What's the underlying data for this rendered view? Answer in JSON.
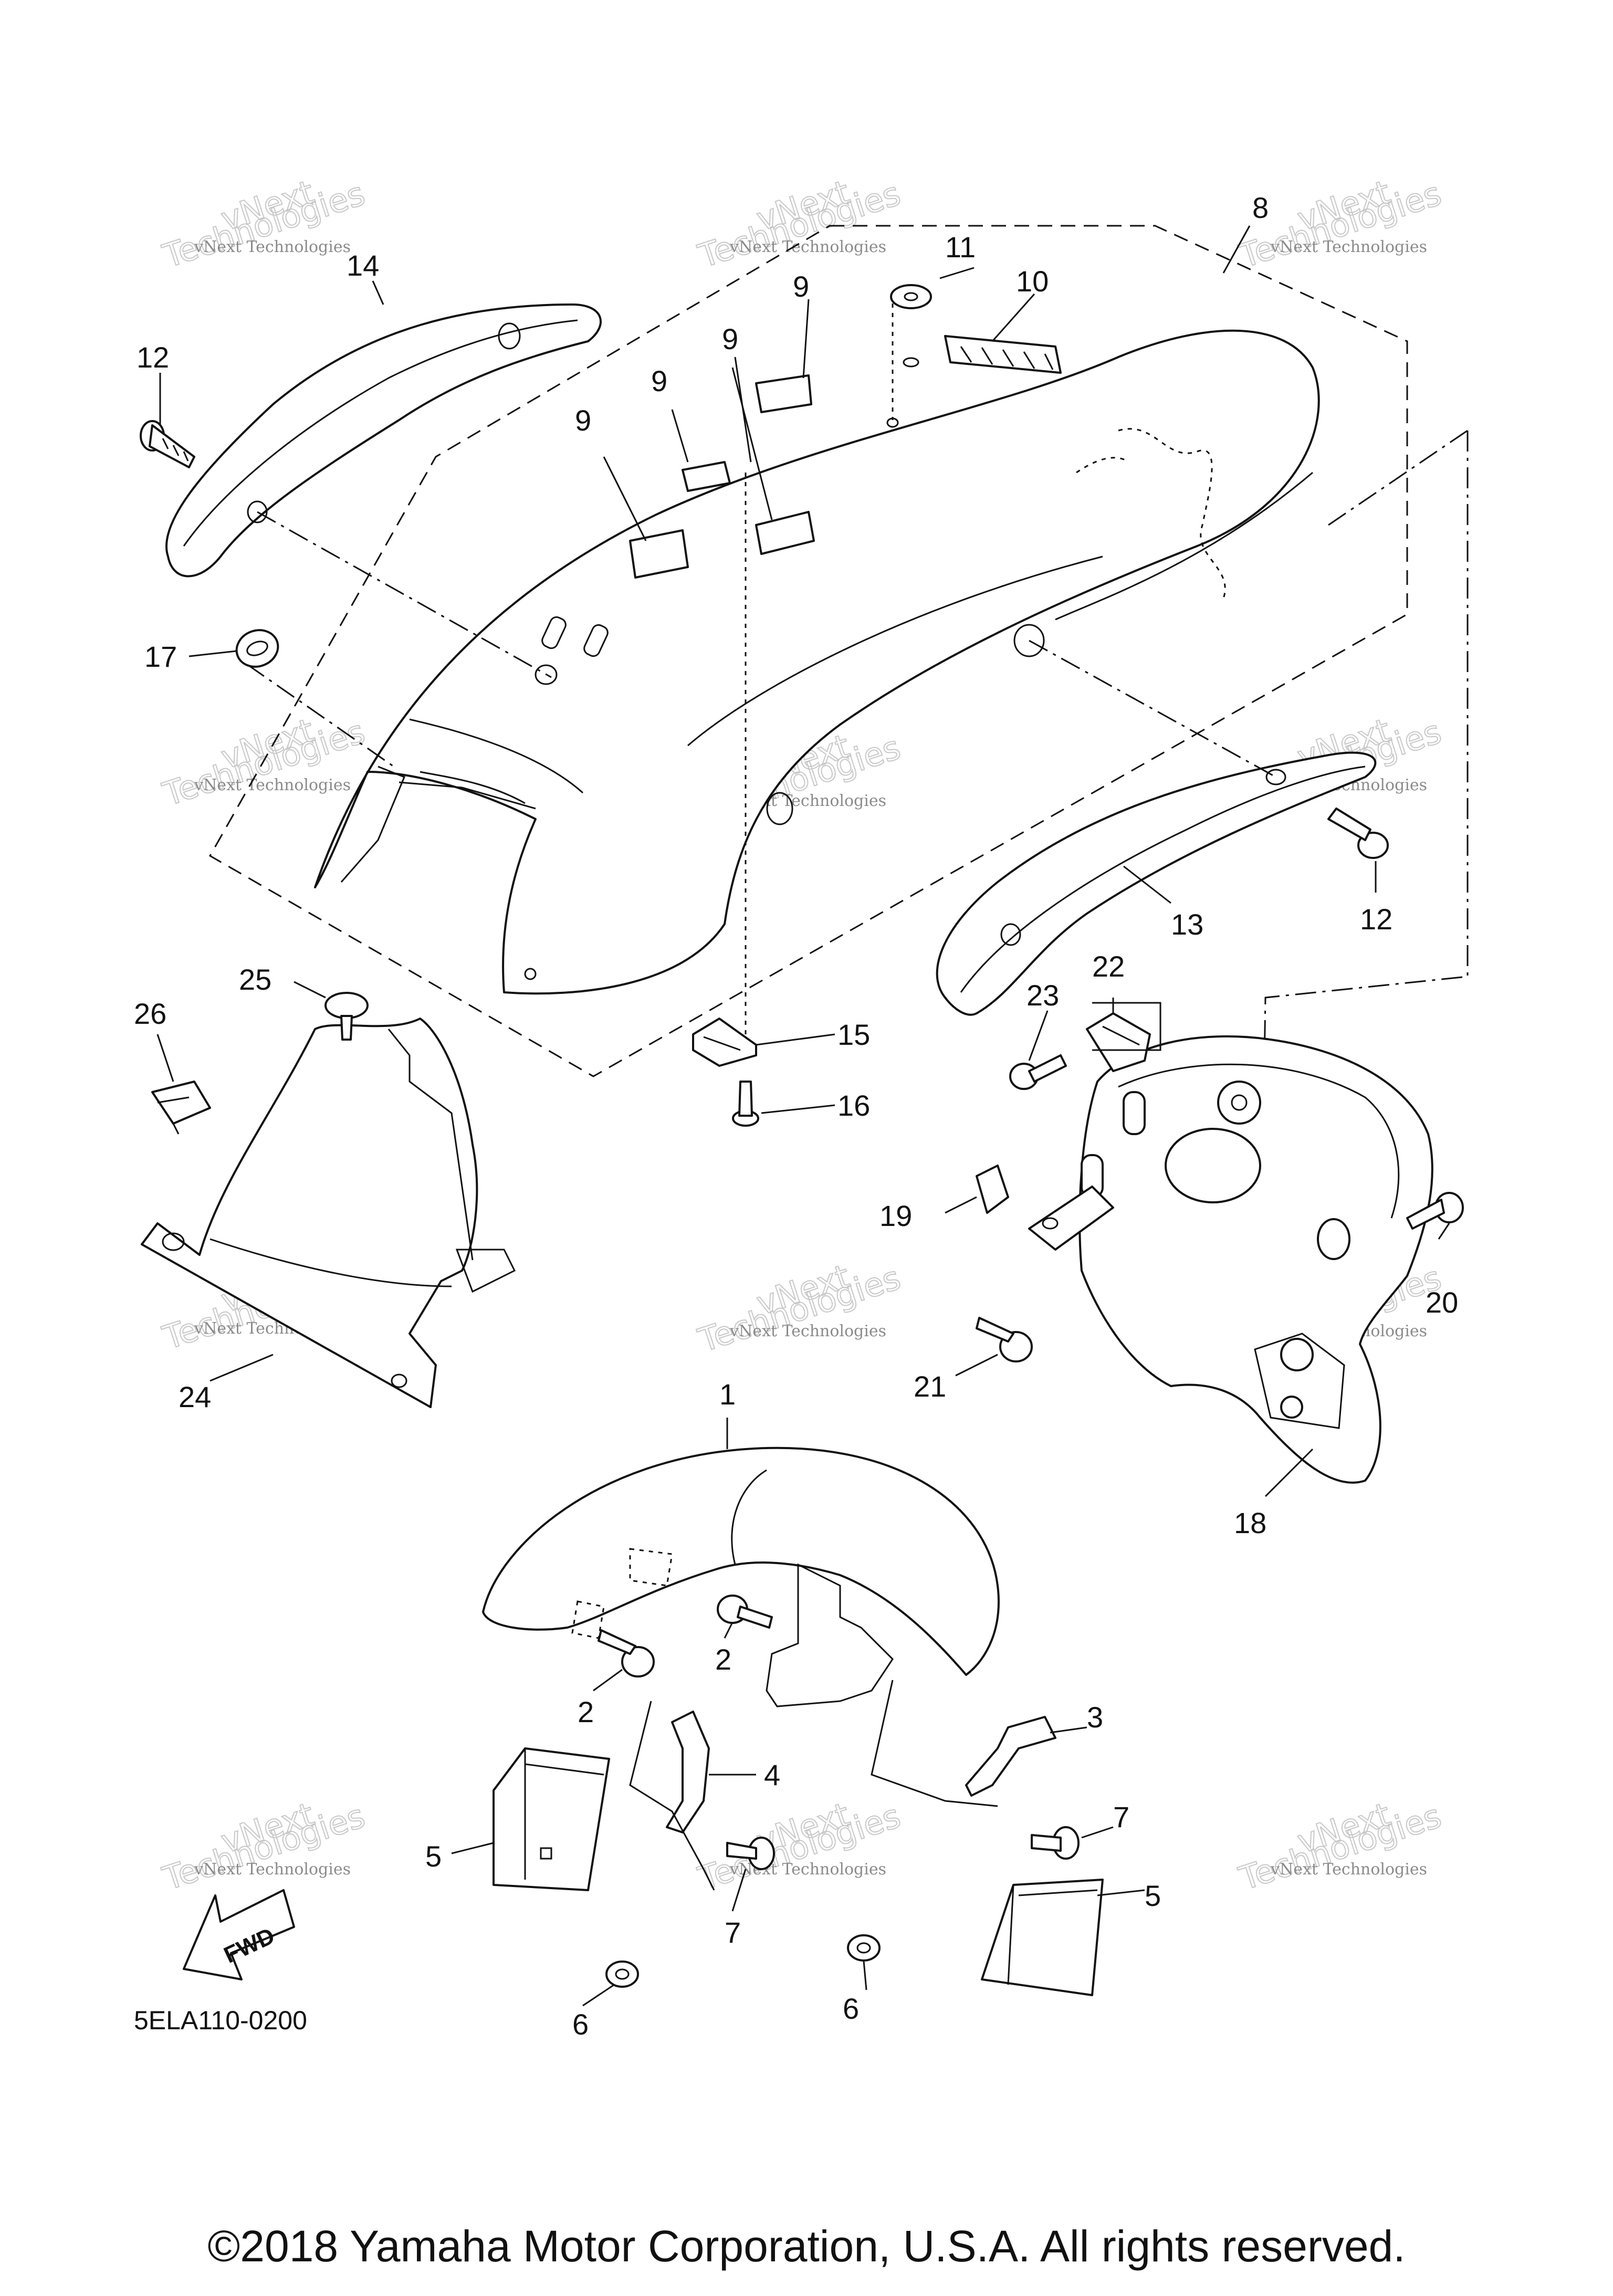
{
  "callouts": [
    "1",
    "2",
    "2",
    "3",
    "4",
    "5",
    "5",
    "6",
    "6",
    "7",
    "7",
    "8",
    "9",
    "9",
    "9",
    "9",
    "10",
    "11",
    "12",
    "12",
    "13",
    "14",
    "15",
    "16",
    "17",
    "18",
    "19",
    "20",
    "21",
    "22",
    "23",
    "24",
    "25",
    "26"
  ],
  "diagram_code": "5ELA110-0200",
  "fwd_label": "FWD",
  "watermark": {
    "line1": "vNext Technologies",
    "line2": "vNext",
    "line3": "Technologies"
  },
  "copyright": "©2018 Yamaha Motor Corporation, U.S.A. All rights reserved."
}
